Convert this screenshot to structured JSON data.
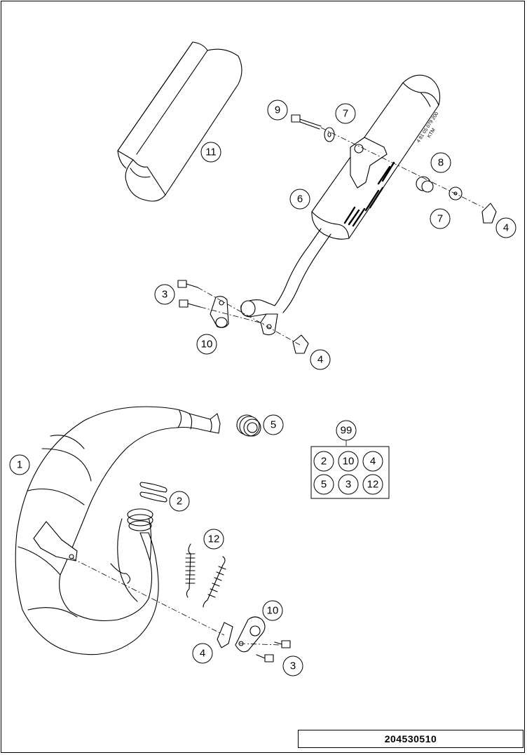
{
  "diagram_id": "204530510",
  "callouts": {
    "c1": "1",
    "c2": "2",
    "c3a": "3",
    "c3b": "3",
    "c4a": "4",
    "c4b": "4",
    "c4c": "4",
    "c5": "5",
    "c6": "6",
    "c7a": "7",
    "c7b": "7",
    "c8": "8",
    "c9": "9",
    "c10a": "10",
    "c10b": "10",
    "c11": "11",
    "c12": "12",
    "c99": "99"
  },
  "kit_items": [
    "2",
    "10",
    "4",
    "5",
    "3",
    "12"
  ],
  "muffler_label": {
    "line1": "4 81 05 079 200",
    "line2": "KTM"
  }
}
